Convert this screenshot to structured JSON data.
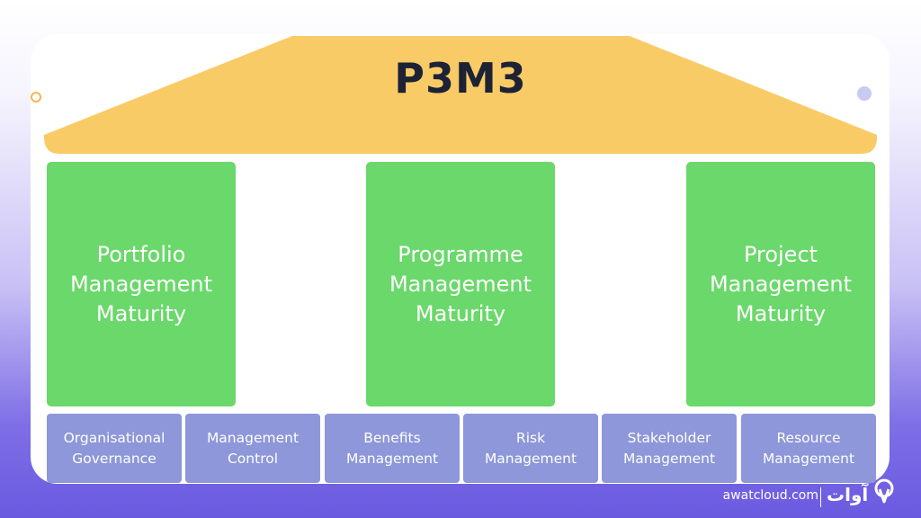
{
  "diagram": {
    "title": "P3M3",
    "pillars": [
      "Portfolio\nManagement\nMaturity",
      "Programme\nManagement\nMaturity",
      "Project\nManagement\nMaturity"
    ],
    "foundations": [
      "Organisational\nGovernance",
      "Management\nControl",
      "Benefits\nManagement",
      "Risk\nManagement",
      "Stakeholder\nManagement",
      "Resource\nManagement"
    ]
  },
  "footer": {
    "site": "awatcloud.com",
    "brand": "آوات"
  },
  "colors": {
    "roof": "#f9cb66",
    "pillar": "#6ad86b",
    "foundation": "#8d97d9",
    "title": "#1d2235",
    "background_bottom": "#6a5ae0"
  },
  "icons": {
    "decor_left": "ring-icon",
    "decor_right": "dot-icon",
    "logo": "cloud-logo-icon"
  }
}
